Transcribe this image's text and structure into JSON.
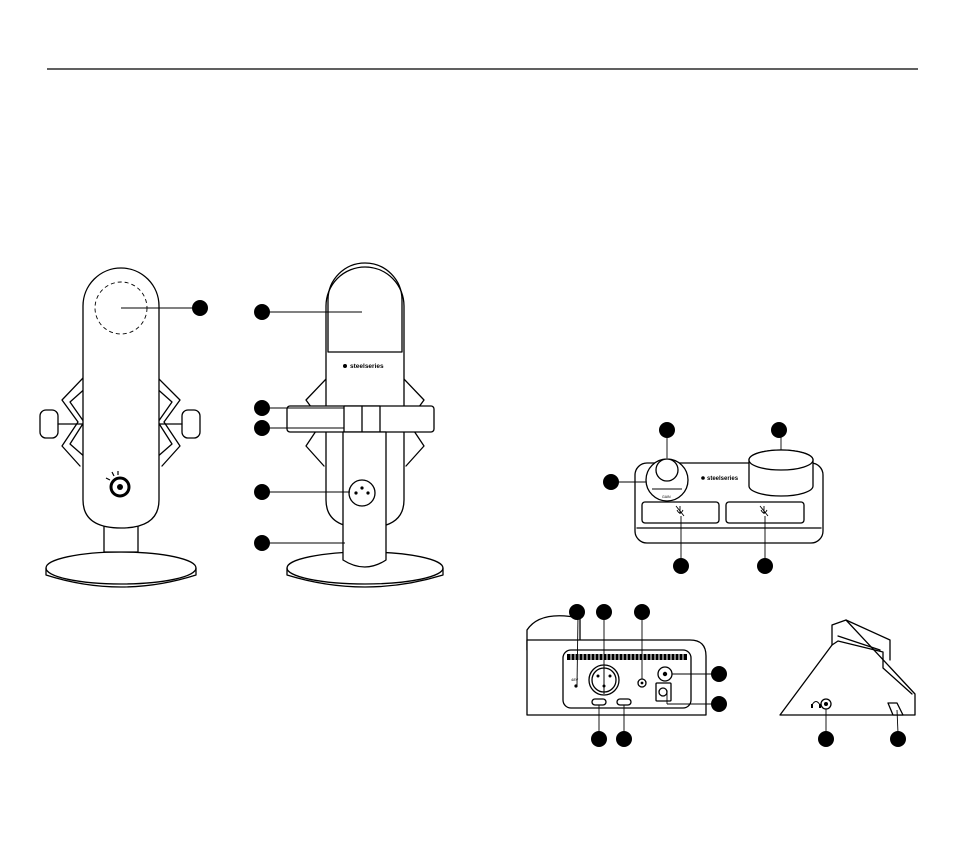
{
  "figure": {
    "background": "#ffffff",
    "line_color": "#000000"
  },
  "labels": {
    "brand": "steelseries",
    "mic_brand": "steelseries",
    "rear_port_label": "48V"
  },
  "icons": {
    "logo": "steelseries-logo-icon",
    "mute": "mic-mute-icon",
    "headphone": "headphone-icon",
    "xlr": "xlr-connector-icon",
    "callout": "callout-dot-icon"
  }
}
